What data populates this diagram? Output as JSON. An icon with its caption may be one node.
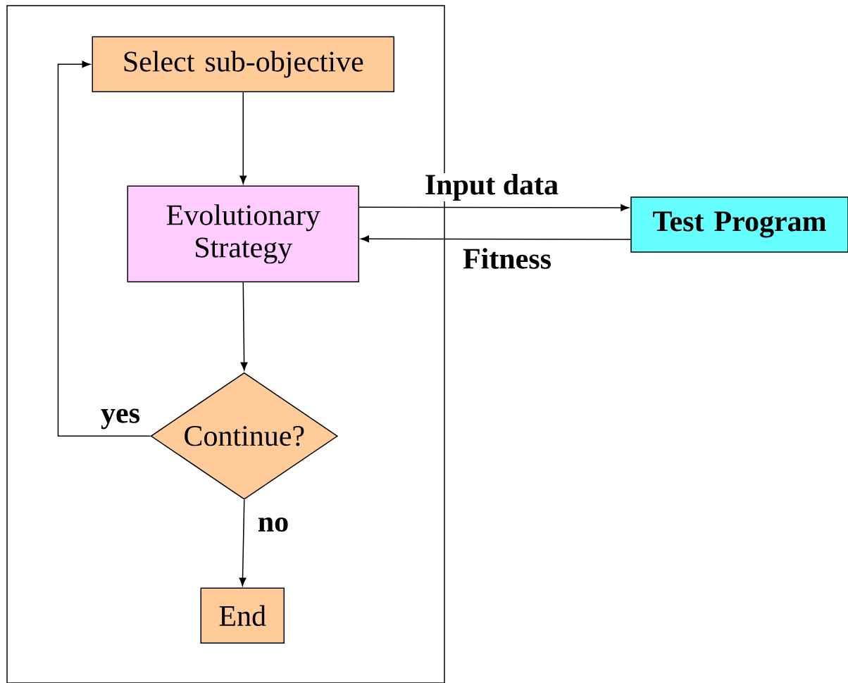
{
  "diagram": {
    "nodes": [
      {
        "text": [],
        "shape": "box"
      },
      {
        "text": [
          "Select sub-objective"
        ],
        "in": 0
      },
      {
        "text": [
          "Evolutionary Strategy"
        ],
        "in": 0
      },
      {
        "text": [
          "Continue?"
        ],
        "in": 0
      },
      {
        "text": [
          "End"
        ],
        "in": 0
      },
      {
        "text": [
          "Test Program"
        ]
      }
    ],
    "edges": [
      {
        "from": 1,
        "to": 2,
        "arrow": "to"
      },
      {
        "from": 2,
        "to": 5,
        "arrow": "to",
        "label": "Input data"
      },
      {
        "from": 5,
        "to": 2,
        "arrow": "to",
        "label": "Fitness"
      },
      {
        "from": 2,
        "to": 3,
        "arrow": "to"
      },
      {
        "from": 3,
        "to": 1,
        "arrow": "to",
        "label": "yes"
      },
      {
        "from": 3,
        "to": 4,
        "arrow": "to",
        "label": "no"
      }
    ]
  }
}
